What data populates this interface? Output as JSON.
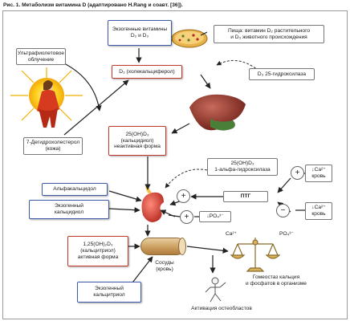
{
  "title": "Рис. 1. Метаболизм витамина D (адаптировано H.Rang и соавт. [36]).",
  "boxes": {
    "exo_vitamins": "Экзогенные витамины\nD₂ и D₃",
    "food": "Пища: витамин D₂ растительного\nи D₃ животного происхождения",
    "uv": "Ультрафиолетовое\nоблучение",
    "d3": "D₃ (холекальциферол)",
    "d3_25": "D₃ 25-гидроксилаза",
    "dehydro": "7-Дегидрохолестерол\n(кожа)",
    "calcidiol": "25(OH)D₃\n(кальцидиол)\nнеактивная форма",
    "alpha_hydroxylase": "25(OH)D₃\n1-альфа-гидроксилаза",
    "alfacalcidol": "Альфакальцидол",
    "exo_calcidiol": "Экзогенный\nкальцидиол",
    "pth": "ПТГ",
    "ca_top": "↓Ca²⁺\nкровь",
    "ca_bottom": "↓Ca²⁺\nкровь",
    "po4": "↓PO₄³⁻",
    "calcitriol": "1,25(OH)₂D₃\n(кальцитриол)\nактивная форма",
    "vessels": "Сосуды\n(кровь)",
    "ca_label": "Ca²⁺",
    "po4_label": "PO₄³⁻",
    "homeostasis": "Гомеостаз кальция\nи фосфатов в организме",
    "exo_calcitriol": "Экзогенный\nкальцитриол",
    "osteoblasts": "Активация остеобластов"
  },
  "signs": {
    "plus_top": "+",
    "plus_mid": "+",
    "minus": "−",
    "plus_bottom": "+"
  },
  "colors": {
    "blue_border": "#3c5aa8",
    "red_border": "#c0392b",
    "arrow": "#222222"
  },
  "icons": [
    "sun-woman-illustration",
    "liver-illustration",
    "kidney-illustration",
    "pizza-illustration",
    "scales-illustration",
    "skeleton-illustration"
  ]
}
